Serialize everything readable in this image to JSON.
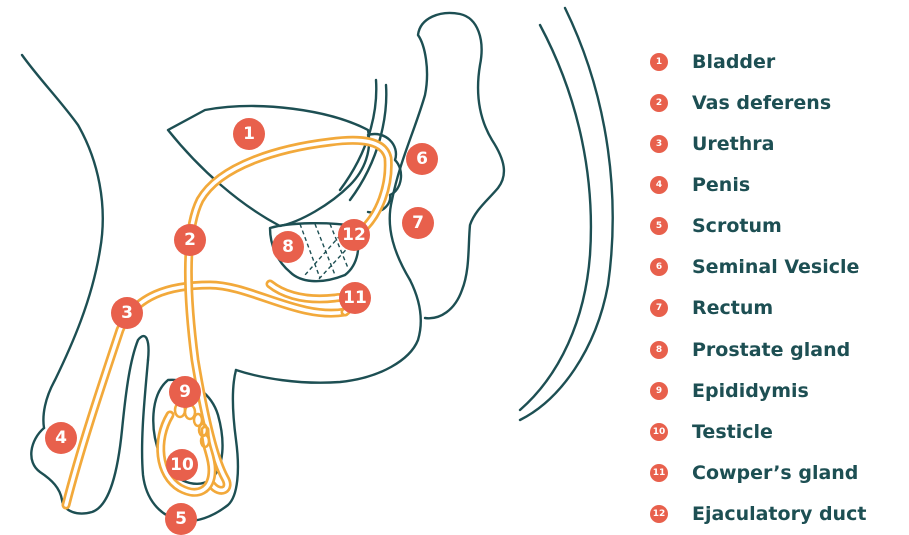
{
  "colors": {
    "outline": "#1d4f53",
    "duct": "#f2a93b",
    "badge": "#e8604c",
    "label": "#1d4f53"
  },
  "markers": [
    "1",
    "2",
    "3",
    "4",
    "5",
    "6",
    "7",
    "8",
    "9",
    "10",
    "11",
    "12"
  ],
  "legend": [
    {
      "num": "1",
      "label": "Bladder"
    },
    {
      "num": "2",
      "label": "Vas deferens"
    },
    {
      "num": "3",
      "label": "Urethra"
    },
    {
      "num": "4",
      "label": "Penis"
    },
    {
      "num": "5",
      "label": "Scrotum"
    },
    {
      "num": "6",
      "label": "Seminal Vesicle"
    },
    {
      "num": "7",
      "label": "Rectum"
    },
    {
      "num": "8",
      "label": "Prostate gland"
    },
    {
      "num": "9",
      "label": "Epididymis"
    },
    {
      "num": "10",
      "label": "Testicle"
    },
    {
      "num": "11",
      "label": "Cowper’s gland"
    },
    {
      "num": "12",
      "label": "Ejaculatory duct"
    }
  ]
}
